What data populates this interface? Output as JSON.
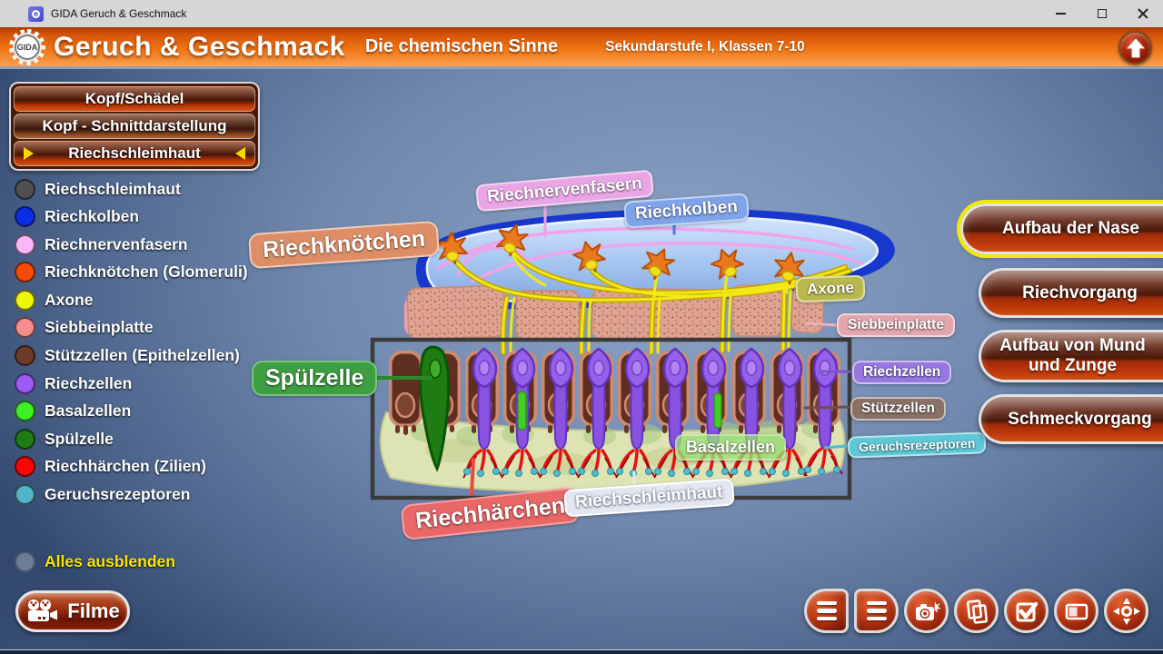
{
  "window": {
    "title": "GIDA Geruch & Geschmack"
  },
  "header": {
    "logo_text": "GIDA",
    "title": "Geruch & Geschmack",
    "subtitle": "Die chemischen Sinne",
    "audience": "Sekundarstufe I, Klassen 7-10"
  },
  "theme": {
    "header_orange": "#ef7413",
    "button_red": "#b83606",
    "background_blue": "#6d85ab"
  },
  "breadcrumb": {
    "items": [
      {
        "label": "Kopf/Schädel"
      },
      {
        "label": "Kopf - Schnittdarstellung"
      },
      {
        "label": "Riechschleimhaut"
      }
    ]
  },
  "legend": {
    "items": [
      {
        "label": "Riechschleimhaut",
        "color": "#4f4f4f"
      },
      {
        "label": "Riechkolben",
        "color": "#0b2de8"
      },
      {
        "label": "Riechnervenfasern",
        "color": "#f9b6f9"
      },
      {
        "label": "Riechknötchen (Glomeruli)",
        "color": "#f84b07"
      },
      {
        "label": "Axone",
        "color": "#eef506"
      },
      {
        "label": "Siebbeinplatte",
        "color": "#f58d8d"
      },
      {
        "label": "Stützzellen (Epithelzellen)",
        "color": "#6e3a28"
      },
      {
        "label": "Riechzellen",
        "color": "#9b59f5"
      },
      {
        "label": "Basalzellen",
        "color": "#3cf024"
      },
      {
        "label": "Spülzelle",
        "color": "#1d7c15"
      },
      {
        "label": "Riechhärchen (Zilien)",
        "color": "#fb0505"
      },
      {
        "label": "Geruchsrezeptoren",
        "color": "#52b4c8"
      }
    ],
    "hide_all": {
      "label": "Alles ausblenden",
      "color": "#6e7d95"
    }
  },
  "films_button": {
    "label": "Filme"
  },
  "nav_buttons": [
    {
      "label": "Aufbau der Nase",
      "active": true
    },
    {
      "label": "Riechvorgang",
      "active": false
    },
    {
      "label": "Aufbau von Mund und Zunge",
      "active": false
    },
    {
      "label": "Schmeckvorgang",
      "active": false
    }
  ],
  "diagram": {
    "labels": [
      {
        "text": "Riechnervenfasern",
        "bg": "#e9a6e6"
      },
      {
        "text": "Riechkolben",
        "bg": "#7fa3e8"
      },
      {
        "text": "Riechknötchen",
        "bg": "#dd8e66"
      },
      {
        "text": "Axone",
        "bg": "#b9b84e"
      },
      {
        "text": "Siebbeinplatte",
        "bg": "#e2a7ae"
      },
      {
        "text": "Riechzellen",
        "bg": "#9678e0"
      },
      {
        "text": "Stützzellen",
        "bg": "#8a7168"
      },
      {
        "text": "Geruchsrezeptoren",
        "bg": "#5ec8d8"
      },
      {
        "text": "Basalzellen",
        "bg": "rgba(154,222,119,0.78)"
      },
      {
        "text": "Spülzelle",
        "bg": "#3e9e42"
      },
      {
        "text": "Riechhärchen",
        "bg": "#e86868"
      },
      {
        "text": "Riechschleimhaut",
        "bg": "#e4e7f2"
      }
    ]
  },
  "toolbar_icons": [
    {
      "name": "menu-left-icon"
    },
    {
      "name": "menu-right-icon"
    },
    {
      "name": "camera-icon"
    },
    {
      "name": "copy-icon"
    },
    {
      "name": "checkbox-icon"
    },
    {
      "name": "window-icon"
    },
    {
      "name": "navigate-icon"
    }
  ]
}
